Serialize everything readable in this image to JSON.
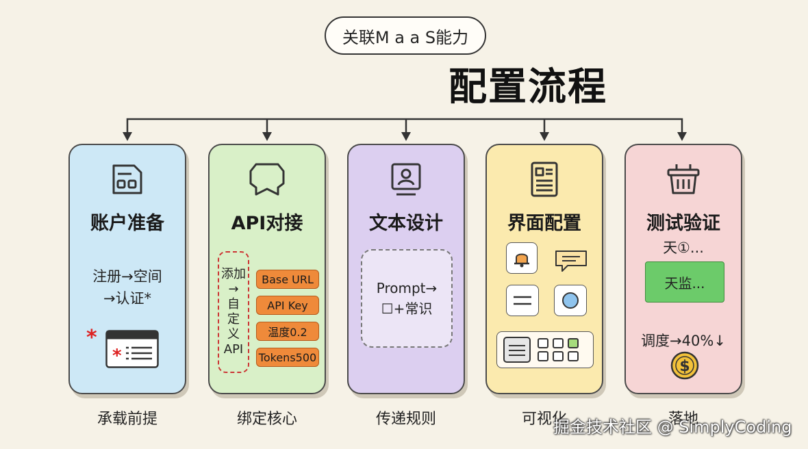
{
  "header": {
    "pill": "关联M a a S能力",
    "title": "配置流程"
  },
  "cards": [
    {
      "title": "账户准备",
      "icon": "form-icon",
      "color": "#cde8f6",
      "lines": [
        "注册→空间",
        "→认证*"
      ],
      "asterisk": "*",
      "bottom": "承载前提"
    },
    {
      "title": "API对接",
      "icon": "frame-icon",
      "color": "#d9f0c8",
      "vertical": [
        "添加",
        "→",
        "自",
        "定",
        "义",
        "API"
      ],
      "buttons": [
        "Base URL",
        "API Key",
        "温度0.2",
        "Tokens500"
      ],
      "bottom": "绑定核心"
    },
    {
      "title": "文本设计",
      "icon": "profile-icon",
      "color": "#dccff0",
      "lines": [
        "Prompt→",
        "☐+常识"
      ],
      "bottom": "传递规则"
    },
    {
      "title": "界面配置",
      "icon": "document-icon",
      "color": "#fbeaae",
      "bottom": "可视化"
    },
    {
      "title": "测试验证",
      "icon": "basket-icon",
      "color": "#f6d5d5",
      "line1": "天①...",
      "button": "天监...",
      "line2": "调度→40%↓",
      "coin": "$",
      "bottom": "落地"
    }
  ],
  "watermark": "掘金技术社区 @ SimplyCoding"
}
